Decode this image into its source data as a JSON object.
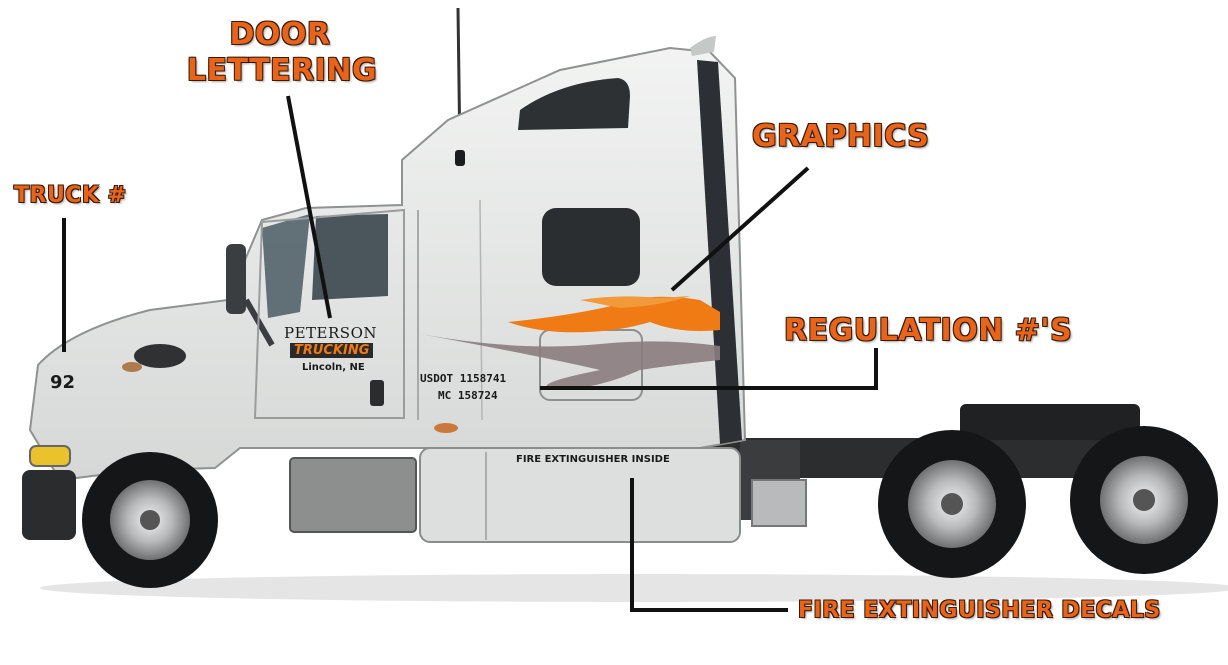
{
  "callouts": {
    "door_lettering": [
      "DOOR",
      "LETTERING"
    ],
    "truck_number": "TRUCK #",
    "graphics": "GRAPHICS",
    "regulation": "REGULATION #'S",
    "fire_extinguisher_decals": "FIRE EXTINGUISHER DECALS"
  },
  "truck": {
    "unit_number": "92",
    "door": {
      "company_line1": "PETERSON",
      "company_line2": "TRUCKING",
      "location": "Lincoln, NE"
    },
    "regulation": {
      "usdot": "USDOT 1158741",
      "mc": "MC 158724"
    },
    "toolbox_label": "FIRE EXTINGUISHER INSIDE"
  },
  "colors": {
    "callout_orange": "#e8641a",
    "cab_white": "#e9ebe9",
    "flame_orange": "#f07a14",
    "flame_gray": "#8a7c80",
    "leader_line": "#111111"
  }
}
